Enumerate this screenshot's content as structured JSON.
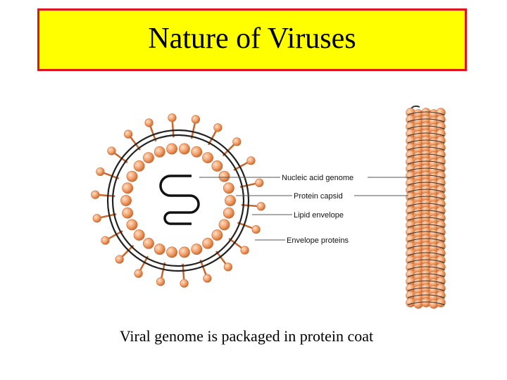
{
  "slide": {
    "title": "Nature of Viruses",
    "caption": "Viral genome is packaged in protein coat"
  },
  "diagram": {
    "labels": [
      "Nucleic acid genome",
      "Protein capsid",
      "Lipid envelope",
      "Envelope proteins"
    ],
    "colors": {
      "title_background": "#ffff00",
      "title_border": "#e0141e",
      "capsomere": "#f2a06a",
      "capsomere_dark": "#c8652c",
      "envelope_line": "#222222",
      "leader_line": "#555555"
    }
  }
}
